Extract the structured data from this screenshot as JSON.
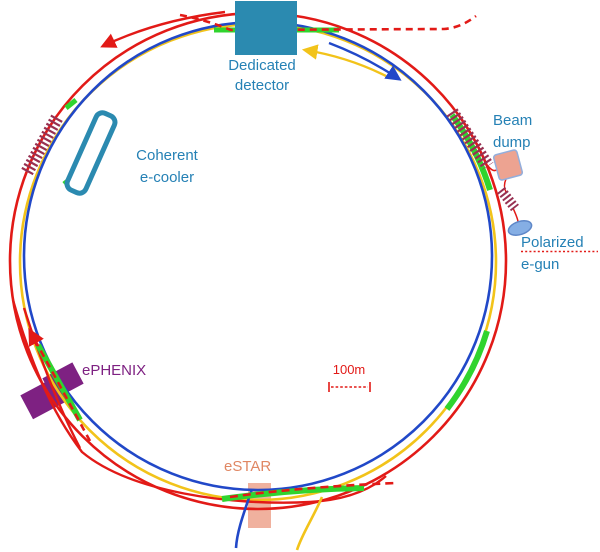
{
  "diagram": {
    "kind": "accelerator-ring-schematic",
    "labels": {
      "detector": {
        "line1": "Dedicated",
        "line2": "detector"
      },
      "cooler": {
        "line1": "Coherent",
        "line2": "e-cooler"
      },
      "beam_dump": {
        "line1": "Beam",
        "line2": "dump"
      },
      "egun": {
        "line1": "Polarized",
        "line2": "e-gun"
      },
      "ephenix": "ePHENIX",
      "estar": "eSTAR"
    },
    "scale_bar": {
      "label": "100m"
    },
    "colors": {
      "ring_red": "#E21A17",
      "ring_blue": "#2148C8",
      "ring_yellow": "#F2C31A",
      "linac_green": "#30D42E",
      "detector_box_teal": "#2B8AB0",
      "label_teal": "#2581B5",
      "ephenix_purple": "#7E2182",
      "estar_fill": "#EC9E86",
      "estar_text": "#E08763",
      "coil_maroon": "#973152",
      "dump_block_fill": "#EDA391",
      "dump_block_stroke": "#93AEDC",
      "egun_fill": "#85AEE4",
      "egun_stroke": "#5E87C8",
      "scale_red": "#E21A17"
    }
  }
}
